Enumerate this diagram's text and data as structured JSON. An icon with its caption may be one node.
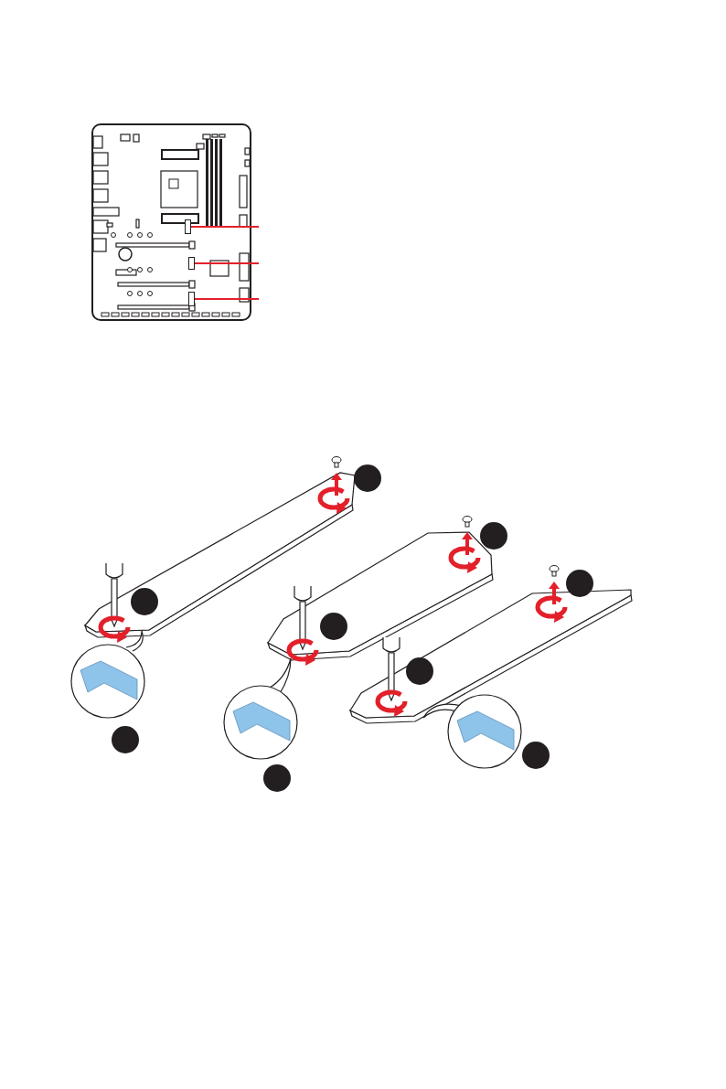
{
  "diagram": {
    "nodes": [
      {
        "text": [],
        "shape": "picture"
      },
      {
        "text": [],
        "shape": "box",
        "in": 0
      },
      {
        "text": [],
        "shape": "box",
        "in": 0
      },
      {
        "text": [],
        "shape": "box",
        "in": 0
      },
      {
        "text": [],
        "shape": "circle"
      },
      {
        "text": [],
        "shape": "circle"
      },
      {
        "text": [],
        "shape": "circle"
      },
      {
        "text": [],
        "shape": "circle"
      },
      {
        "text": [],
        "shape": "circle"
      },
      {
        "text": [],
        "shape": "circle"
      },
      {
        "text": [],
        "shape": "circle"
      },
      {
        "text": [],
        "shape": "circle"
      },
      {
        "text": [],
        "shape": "circle"
      }
    ],
    "edges": [
      {
        "from": null,
        "to": 1,
        "arrow": "none"
      },
      {
        "from": null,
        "to": 2,
        "arrow": "none"
      },
      {
        "from": null,
        "to": 3,
        "arrow": "none"
      }
    ]
  }
}
